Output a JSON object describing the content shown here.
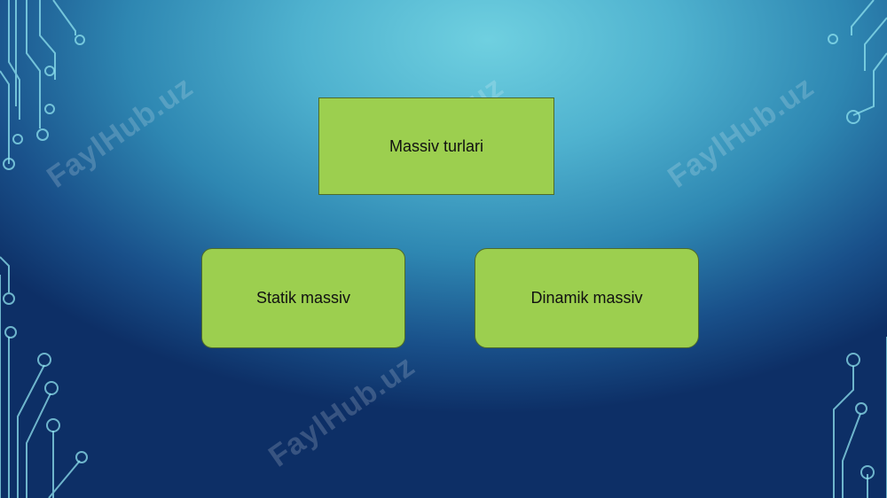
{
  "watermark": "FaylHub.uz",
  "diagram": {
    "root": {
      "label": "Massiv turlari"
    },
    "children": [
      {
        "label": "Statik massiv"
      },
      {
        "label": "Dinamik massiv"
      }
    ]
  },
  "colors": {
    "box_fill": "#9ccf4f",
    "box_border": "#4e6b2a",
    "circuit_line": "#8fe3ef"
  }
}
